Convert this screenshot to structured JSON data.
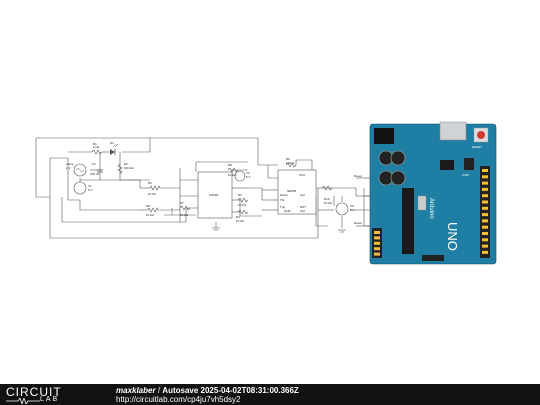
{
  "footer": {
    "logo_top": "CIRCUIT",
    "logo_bottom": "LAB",
    "author": "maxklaber",
    "separator": "/",
    "title": "Autosave 2025-04-02T08:31:00.366Z",
    "url": "http://circuitlab.com/cp4ju7vh5dsy2"
  },
  "schematic": {
    "labels": {
      "r1": "R1",
      "r1_val": "1 kΩ",
      "d1": "D1",
      "c1": "C1",
      "c1_val": "100 nF",
      "r2": "R2",
      "r2_val": "100 kΩ",
      "v_sine": "Vsine",
      "v_sine_val": "1 V",
      "v1": "V1",
      "v1_val": "5 V",
      "r5": "R5",
      "r5_val": "10 kΩ",
      "r6": "R6",
      "r6_val": "10 kΩ",
      "ic1": "LM393",
      "v2": "V2",
      "v2_val": "5 V",
      "r3": "R3",
      "r3_val": "10 kΩ",
      "r4": "R4",
      "r4_val": "10 kΩ",
      "r7": "R7",
      "r7_val": "10 kΩ",
      "r8": "R8",
      "r8_val": "10 kΩ",
      "ic2": "NE555",
      "r9": "R9",
      "r9_val": "100 Ω",
      "r10": "R10",
      "r10_val": "10 kΩ",
      "v3": "V3",
      "v3_val": "5 V",
      "reset": "Reset",
      "pin_disch": "Disch",
      "pin_thr": "Thr",
      "pin_trig": "Trig",
      "pin_rst": "RST",
      "pin_out": "Out",
      "pin_ctrl": "Ctrl",
      "pin_vcc": "VCC",
      "pin_gnd": "GND"
    }
  },
  "arduino": {
    "brand": "Arduino",
    "model": "UNO",
    "reset_label": "RESET",
    "icsp_label": "ICSP",
    "colors": {
      "board": "#1f7ea3",
      "header": "#222222",
      "pin": "#f2c12e",
      "chip": "#1a1a1a"
    }
  }
}
